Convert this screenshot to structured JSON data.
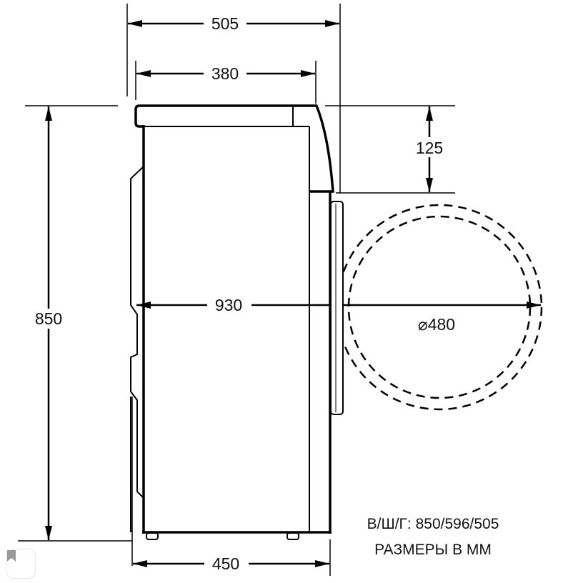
{
  "dimensions": {
    "depth_total": "505",
    "depth_body_top": "380",
    "height": "850",
    "top_panel_height": "125",
    "depth_door_open": "930",
    "door_diameter": "⌀480",
    "depth_base": "450"
  },
  "notes": {
    "hwd": "В/Ш/Г:  850/596/505",
    "units": "РАЗМЕРЫ В ММ"
  },
  "icons": {
    "bookmark": "bookmark-icon"
  }
}
